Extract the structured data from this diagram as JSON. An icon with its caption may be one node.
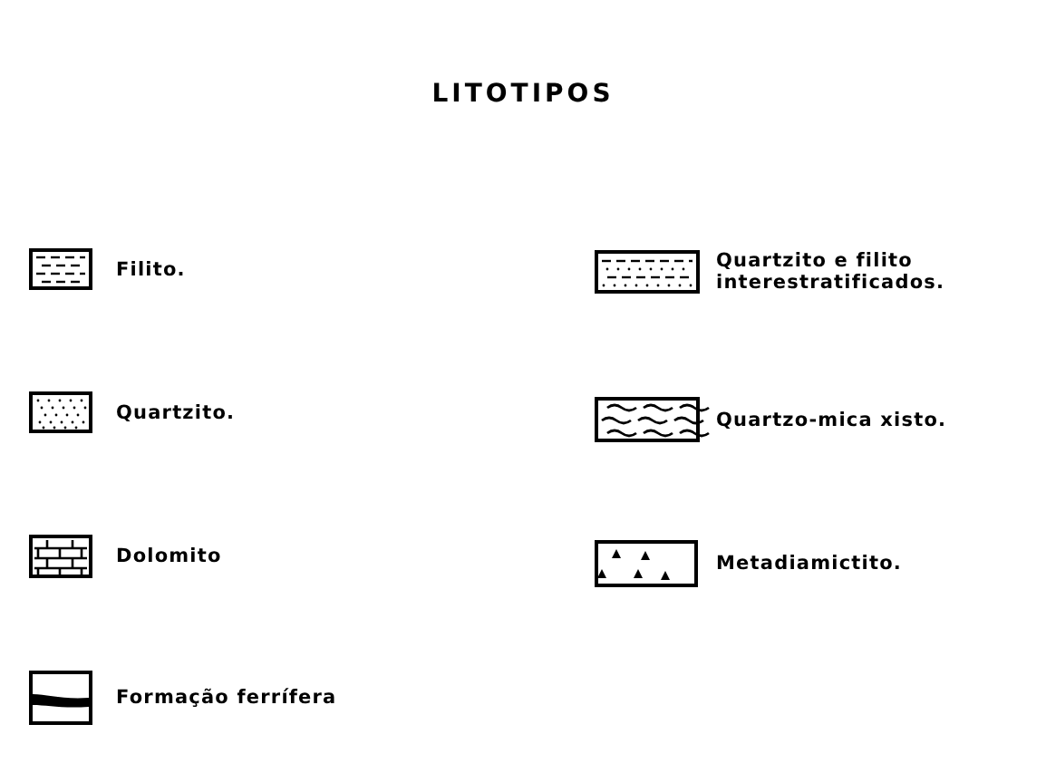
{
  "diagram": {
    "title": "LITOTIPOS",
    "legend": [
      {
        "text": "Filito."
      },
      {
        "text": "Quartzito e filito interestratificados."
      },
      {
        "text": "Quartzito."
      },
      {
        "text": "Quartzo-mica xisto."
      },
      {
        "text": "Dolomito"
      },
      {
        "text": "Metadiamictito."
      },
      {
        "text": "Formação ferrífera"
      }
    ]
  }
}
